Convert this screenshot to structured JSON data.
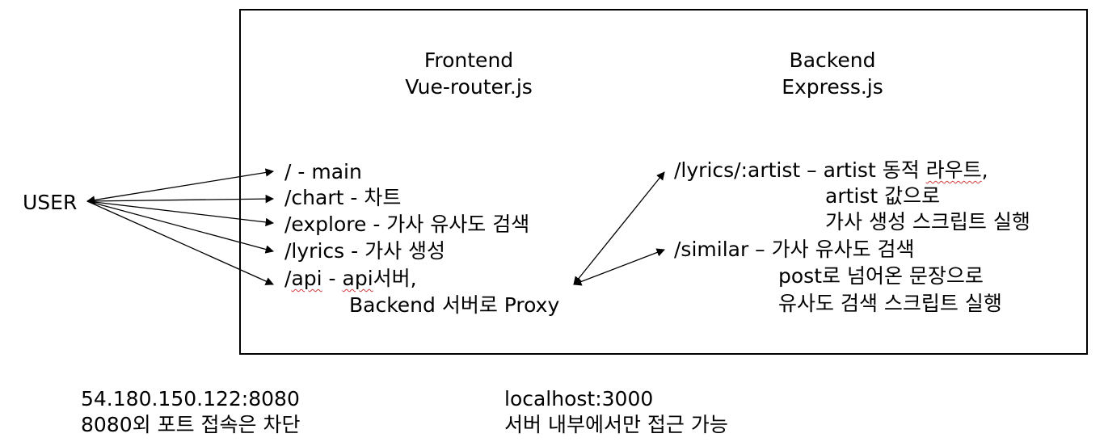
{
  "user": {
    "label": "USER"
  },
  "frontend": {
    "title": "Frontend",
    "tech": "Vue-router.js",
    "routes": [
      {
        "path": "/ - main"
      },
      {
        "path": "/chart - 차트"
      },
      {
        "path": "/explore - 가사 유사도 검색"
      },
      {
        "path": "/lyrics - 가사 생성"
      },
      {
        "path_prefix": "/",
        "path_api": "api",
        "path_mid": " - ",
        "path_api2": "api",
        "path_rest": "서버,",
        "detail": "Backend 서버로 Proxy"
      }
    ]
  },
  "backend": {
    "title": "Backend",
    "tech": "Express.js",
    "lyrics_route": {
      "path": "/lyrics/:artist – artist 동적 ",
      "path_tail": "라우트",
      "path_comma": ",",
      "line2": "artist 값으로",
      "line3": "가사 생성 스크립트 실행"
    },
    "similar_route": {
      "path": "/similar – 가사 유사도 검색",
      "line2": "post로 넘어온 문장으로",
      "line3": "유사도 검색 스크립트 실행"
    }
  },
  "footer": {
    "frontend_address": "54.180.150.122:8080",
    "frontend_note": "8080외 포트 접속은 차단",
    "backend_address": "localhost:3000",
    "backend_note": "서버 내부에서만 접근 가능"
  }
}
